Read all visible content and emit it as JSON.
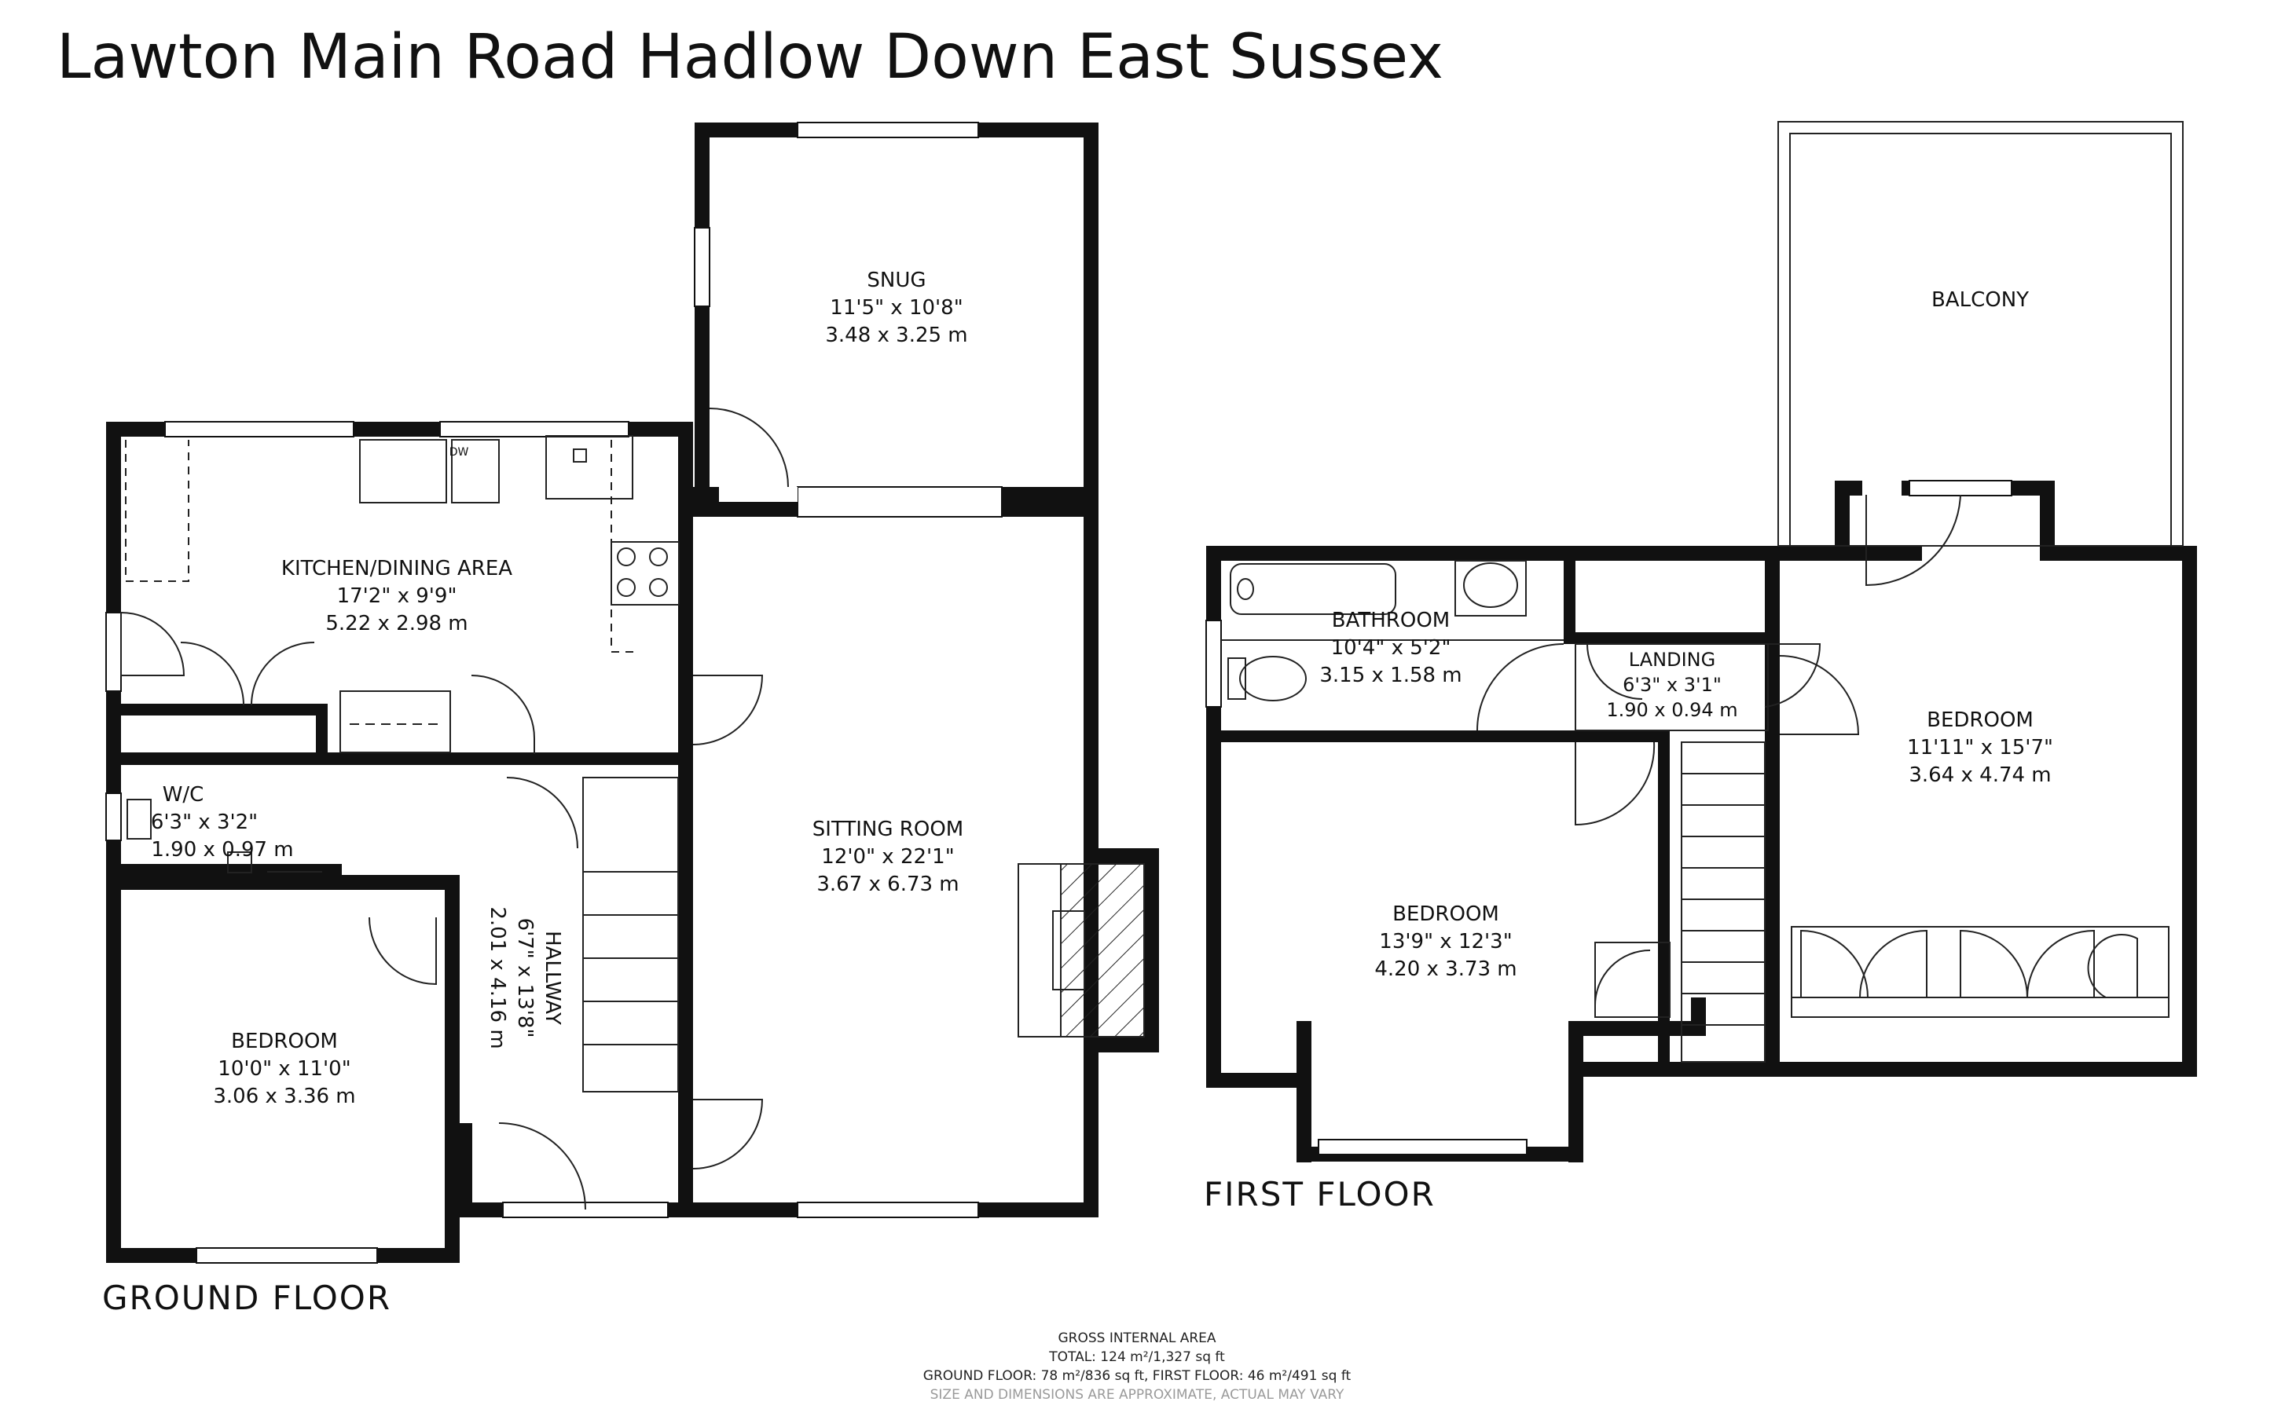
{
  "title": "Lawton Main Road Hadlow Down East Sussex",
  "floors": {
    "ground": "GROUND FLOOR",
    "first": "FIRST FLOOR"
  },
  "rooms": {
    "snug": {
      "name": "SNUG",
      "imperial": "11'5\" x 10'8\"",
      "metric": "3.48 x 3.25 m"
    },
    "kitchen": {
      "name": "KITCHEN/DINING AREA",
      "imperial": "17'2\" x 9'9\"",
      "metric": "5.22 x 2.98 m"
    },
    "wc": {
      "name": "W/C",
      "imperial": "6'3\" x 3'2\"",
      "metric": "1.90 x 0.97 m"
    },
    "hallway": {
      "name": "HALLWAY",
      "imperial": "6'7\" x 13'8\"",
      "metric": "2.01 x 4.16 m"
    },
    "sitting": {
      "name": "SITTING ROOM",
      "imperial": "12'0\" x 22'1\"",
      "metric": "3.67 x 6.73 m"
    },
    "bedroom_ground": {
      "name": "BEDROOM",
      "imperial": "10'0\" x 11'0\"",
      "metric": "3.06 x 3.36 m"
    },
    "bathroom": {
      "name": "BATHROOM",
      "imperial": "10'4\" x 5'2\"",
      "metric": "3.15 x 1.58 m"
    },
    "landing": {
      "name": "LANDING",
      "imperial": "6'3\" x 3'1\"",
      "metric": "1.90 x 0.94 m"
    },
    "bedroom_first_left": {
      "name": "BEDROOM",
      "imperial": "13'9\" x 12'3\"",
      "metric": "4.20 x 3.73 m"
    },
    "bedroom_first_right": {
      "name": "BEDROOM",
      "imperial": "11'11\" x 15'7\"",
      "metric": "3.64 x 4.74 m"
    },
    "balcony": {
      "name": "BALCONY"
    }
  },
  "appliance_labels": {
    "dw": "DW"
  },
  "footer": {
    "heading": "GROSS INTERNAL AREA",
    "total": "TOTAL: 124 m²/1,327 sq ft",
    "floors": "GROUND FLOOR: 78 m²/836 sq ft, FIRST FLOOR: 46 m²/491 sq ft",
    "disclaimer": "SIZE AND DIMENSIONS ARE APPROXIMATE, ACTUAL MAY VARY"
  }
}
